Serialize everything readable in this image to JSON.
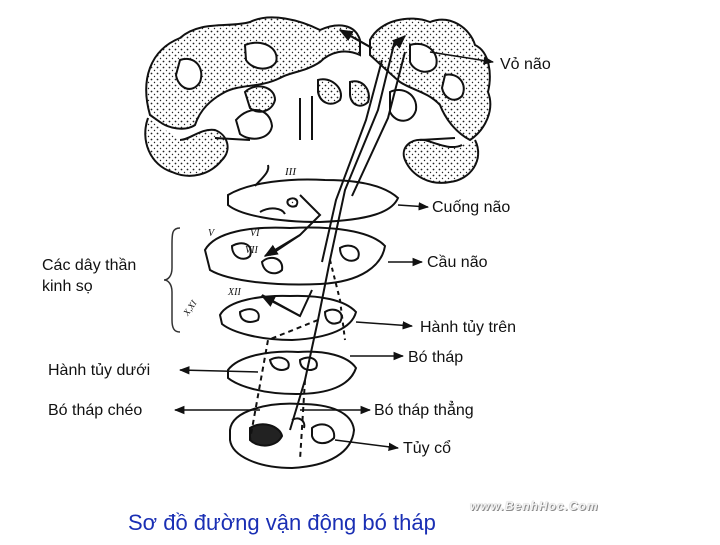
{
  "labels": {
    "vo_nao": "Vỏ não",
    "cuong_nao": "Cuống não",
    "cau_nao": "Cầu não",
    "cac_day_than_kinh_so_line1": "Các dây thần",
    "cac_day_than_kinh_so_line2": "kinh sọ",
    "hanh_tuy_tren": "Hành tủy trên",
    "bo_thap": "Bó tháp",
    "hanh_tuy_duoi": "Hành tủy dưới",
    "bo_thap_cheo": "Bó tháp chéo",
    "bo_thap_thang": "Bó tháp thẳng",
    "tuy_co": "Tủy cổ"
  },
  "inner_marks": {
    "roman_iii": "III",
    "roman_v": "V",
    "roman_vi": "VI",
    "roman_vii": "VII",
    "roman_xii": "XII",
    "roman_x_xi": "X,XI"
  },
  "caption": "Sơ đồ đường vận động bó tháp",
  "watermark": "www.BenhHoc.Com",
  "colors": {
    "caption": "#1a2fb4",
    "ink": "#111111"
  }
}
